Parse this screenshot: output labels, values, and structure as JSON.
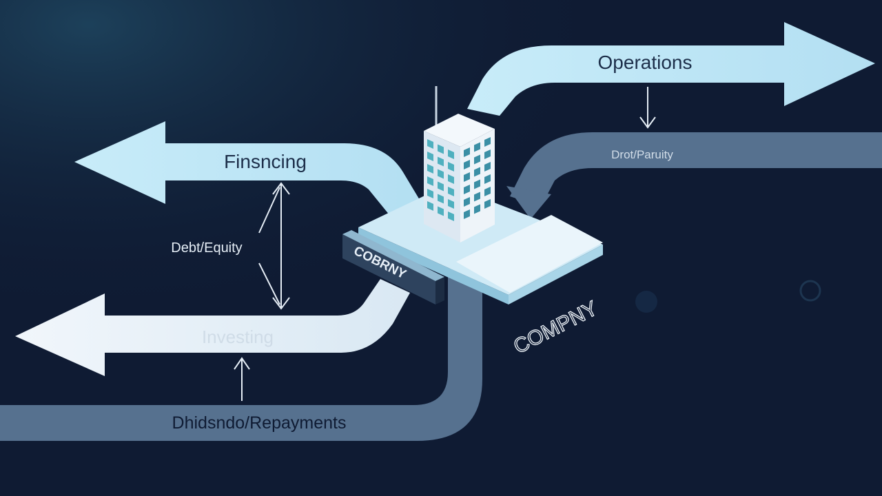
{
  "diagram": {
    "labels": {
      "operations": "Operations",
      "financing": "Finsncing",
      "debt_equity_left": "Debt/Equity",
      "debt_equity_right": "Drot/Paruity",
      "investing": "Investing",
      "dividends": "Dhidsndo/Repayments",
      "company_plate": "COBRNY",
      "company_caption": "COMPNY"
    },
    "colors": {
      "background": "#0f1b33",
      "light_arrow": "#bfe6f5",
      "pale_arrow": "#e9f1f9",
      "dark_band": "#56718f",
      "plate": "#2e435e"
    },
    "icons": [
      "building-icon",
      "arrow-down-icon",
      "arrow-up-icon",
      "double-arrow-icon"
    ]
  }
}
